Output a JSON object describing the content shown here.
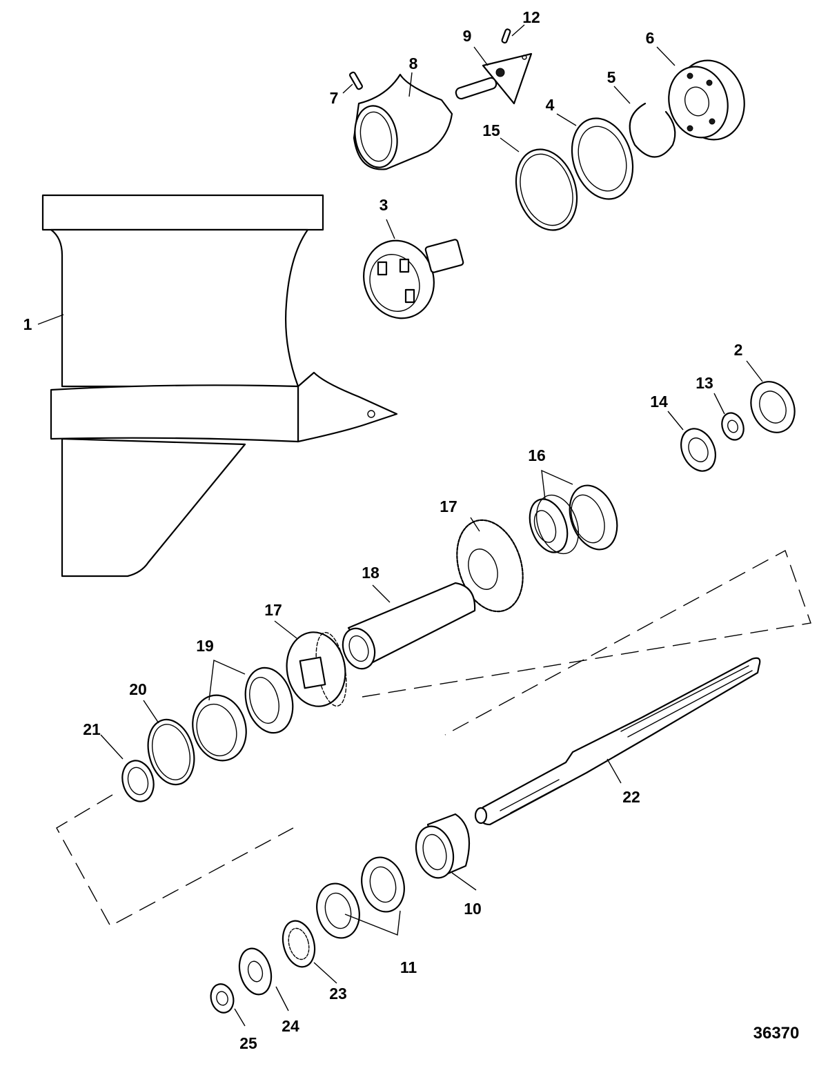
{
  "diagram": {
    "reference_number": "36370",
    "callouts": [
      {
        "id": "1",
        "text": "1"
      },
      {
        "id": "2",
        "text": "2"
      },
      {
        "id": "3",
        "text": "3"
      },
      {
        "id": "4",
        "text": "4"
      },
      {
        "id": "5",
        "text": "5"
      },
      {
        "id": "6",
        "text": "6"
      },
      {
        "id": "7",
        "text": "7"
      },
      {
        "id": "8",
        "text": "8"
      },
      {
        "id": "9",
        "text": "9"
      },
      {
        "id": "10",
        "text": "10"
      },
      {
        "id": "11",
        "text": "11"
      },
      {
        "id": "12",
        "text": "12"
      },
      {
        "id": "13",
        "text": "13"
      },
      {
        "id": "14",
        "text": "14"
      },
      {
        "id": "15",
        "text": "15"
      },
      {
        "id": "16",
        "text": "16"
      },
      {
        "id": "17a",
        "text": "17"
      },
      {
        "id": "17b",
        "text": "17"
      },
      {
        "id": "18",
        "text": "18"
      },
      {
        "id": "19",
        "text": "19"
      },
      {
        "id": "20",
        "text": "20"
      },
      {
        "id": "21",
        "text": "21"
      },
      {
        "id": "22",
        "text": "22"
      },
      {
        "id": "23",
        "text": "23"
      },
      {
        "id": "24",
        "text": "24"
      },
      {
        "id": "25",
        "text": "25"
      }
    ]
  }
}
